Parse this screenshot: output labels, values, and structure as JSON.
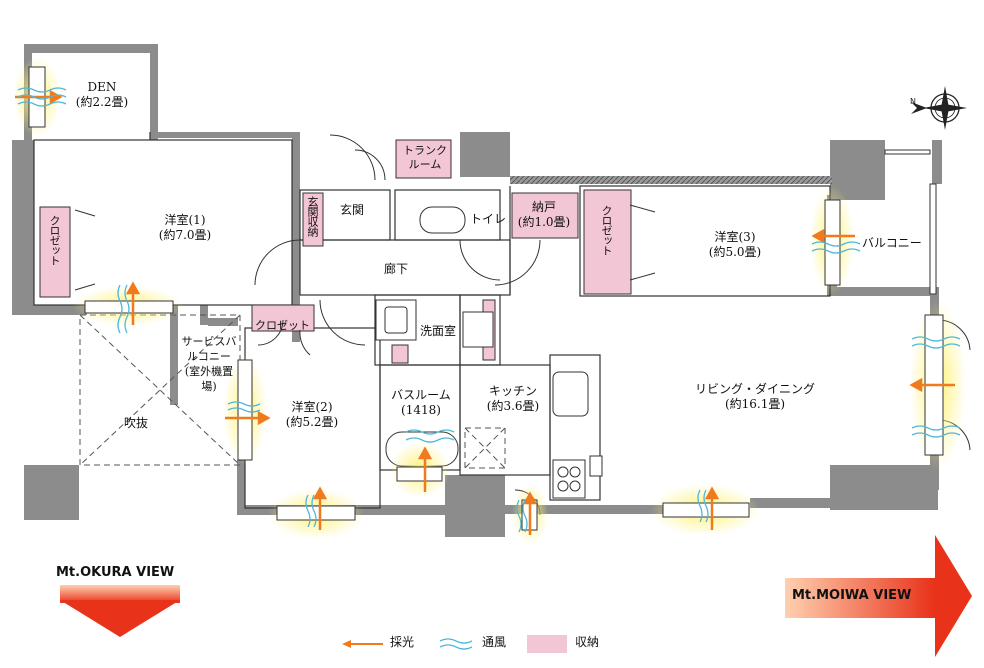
{
  "colors": {
    "wall": "#8c8c8c",
    "wall_dark": "#6f6f6f",
    "storage": "#f3c6d6",
    "light_arrow": "#f07a1e",
    "wind": "#4fb8d8",
    "window_glow": "#fff27a",
    "view_arrow_top": "#ffb58a",
    "view_arrow_bottom": "#e8321a"
  },
  "rooms": {
    "den": {
      "name": "DEN",
      "size": "(約2.2畳)"
    },
    "western1": {
      "name": "洋室(1)",
      "size": "(約7.0畳)"
    },
    "western2": {
      "name": "洋室(2)",
      "size": "(約5.2畳)"
    },
    "western3": {
      "name": "洋室(3)",
      "size": "(約5.0畳)"
    },
    "entrance": "玄関",
    "entrance_storage": "玄関収納",
    "trunk_room": "トランクルーム",
    "toilet": "トイレ",
    "storeroom": {
      "name": "納戸",
      "size": "(約1.0畳)"
    },
    "corridor": "廊下",
    "washroom": "洗面室",
    "bathroom": {
      "name": "バスルーム",
      "size": "(1418)"
    },
    "kitchen": {
      "name": "キッチン",
      "size": "(約3.6畳)"
    },
    "living": {
      "name": "リビング・ダイニング",
      "size": "(約16.1畳)"
    },
    "service_balcony": "サービスバルコニー(室外機置場)",
    "void": "吹抜",
    "balcony": "バルコニー",
    "closet": "クロゼット"
  },
  "compass": {
    "letter": "N",
    "icon": "compass-icon"
  },
  "views": {
    "left": "Mt.OKURA VIEW",
    "right": "Mt.MOIWA VIEW"
  },
  "legend": {
    "light": "採光",
    "wind": "通風",
    "storage": "収納"
  }
}
